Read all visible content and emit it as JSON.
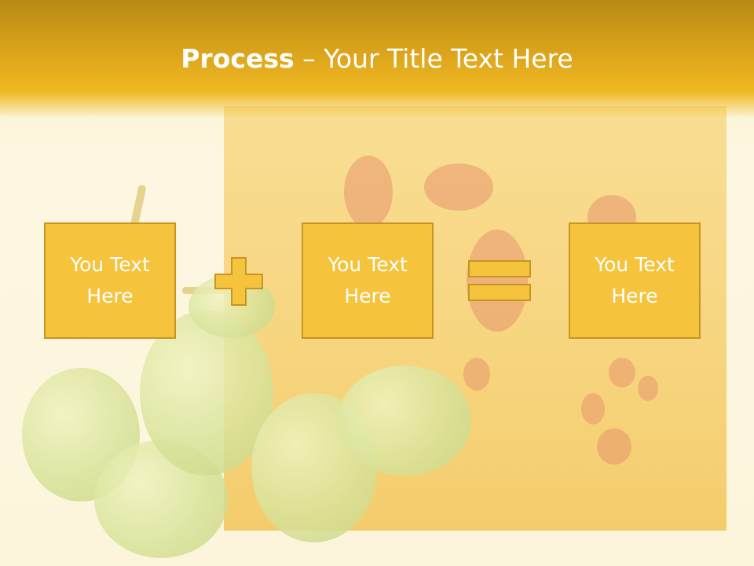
{
  "slide": {
    "title_bold": "Process",
    "title_rest": " – Your Title Text Here",
    "boxes": [
      {
        "line1": "You Text",
        "line2": "Here"
      },
      {
        "line1": "You Text",
        "line2": "Here"
      },
      {
        "line1": "You Text",
        "line2": "Here"
      }
    ],
    "operators": [
      "plus-icon",
      "equals-icon"
    ]
  },
  "colors": {
    "header": "#dca41c",
    "box_fill": "#f6c33d",
    "box_border": "#c79522",
    "text": "#ffffff"
  }
}
